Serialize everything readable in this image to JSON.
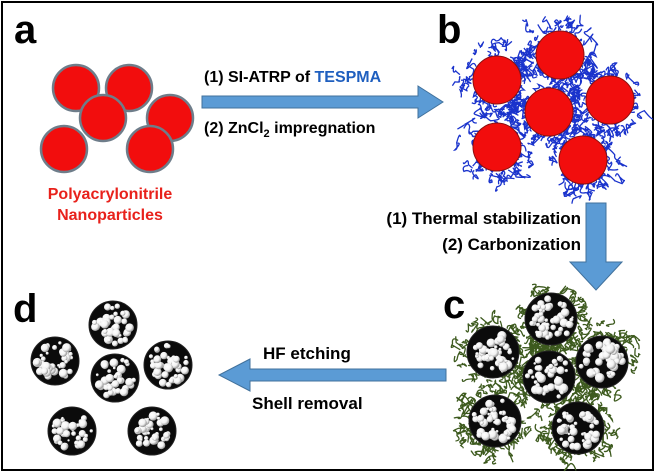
{
  "panels": {
    "a": "a",
    "b": "b",
    "c": "c",
    "d": "d"
  },
  "step_ab": {
    "line1_prefix": "(1) SI-ATRP of ",
    "line1_highlight": "TESPMA",
    "line2_prefix": "(2) ZnCl",
    "line2_sub": "2",
    "line2_suffix": " impregnation"
  },
  "precursor_label": {
    "line1": "Polyacrylonitrile",
    "line2": "Nanoparticles"
  },
  "step_bc": {
    "line1": "(1) Thermal stabilization",
    "line2": "(2) Carbonization"
  },
  "step_cd": {
    "line1": "HF etching",
    "line2": "Shell removal"
  },
  "colors": {
    "core_red": "#f20d0d",
    "polymer_shell_blue": "#1a33cc",
    "carbon_shell_green": "#3d5a1e",
    "arrow_blue": "#5b9bd5",
    "label_red": "#e8211b",
    "label_blue": "#1f5fbf"
  }
}
